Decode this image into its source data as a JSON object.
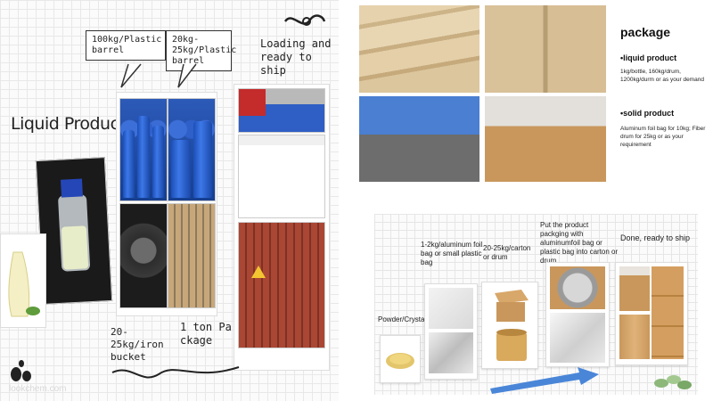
{
  "left": {
    "title": "Liquid Product",
    "bubble_1": "100kg/Plastic barrel",
    "bubble_2": "20kg-25kg/Plastic barrel",
    "loading": "Loading and ready to ship",
    "iron_bucket": "20-25kg/iron bucket",
    "ton_package": "1 ton Pa ckage",
    "watermark": "lookchem.com"
  },
  "package": {
    "title": "package",
    "liquid_heading": "•liquid product",
    "liquid_text": "1kg/bottle, 160kg/drum, 1200kg/durm or as your demand",
    "solid_heading": "•solid product",
    "solid_text": "Aluminum foil bag for 10kg; Fiber drum for 25kg or as your requirement"
  },
  "process": {
    "powder_label": "Powder/Crystal",
    "step1": "1-2kg/aluminum foil bag or small plastic bag",
    "step2": "20-25kg/carton or drum",
    "step3": "Put the product packging with aluminumfoil bag or plastic bag into carton or drum",
    "step4": "Done, ready to ship"
  },
  "colors": {
    "drum_blue": "#1f55c2",
    "arrow_blue": "#4a86d8",
    "carton_brown": "#c9975c"
  }
}
